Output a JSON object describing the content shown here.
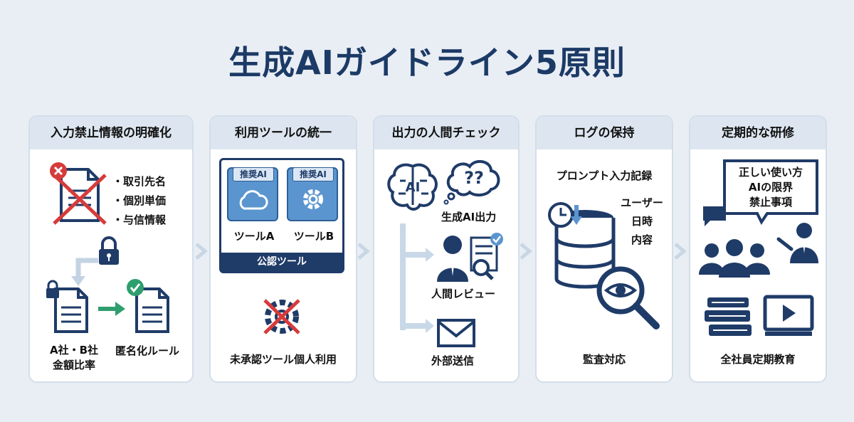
{
  "title": "生成AIガイドライン5原則",
  "colors": {
    "navy": "#1c3a66",
    "accent_blue": "#5b95cf",
    "header_bg": "#dde6f0",
    "red": "#d63b3b",
    "green": "#2f9e6e"
  },
  "cards": [
    {
      "header": "入力禁止情報の明確化",
      "bullets": [
        "・取引先名",
        "・個別単価",
        "・与信情報"
      ],
      "label_left_1": "A社・B社",
      "label_left_2": "金額比率",
      "label_right": "匿名化ルール"
    },
    {
      "header": "利用ツールの統一",
      "tag_a": "推奨AI",
      "tag_b": "推奨AI",
      "tool_a": "ツールA",
      "tool_b": "ツールB",
      "band": "公認ツール",
      "caption": "未承認ツール個人利用"
    },
    {
      "header": "出力の人間チェック",
      "brain_text": "AI",
      "question_text": "??",
      "label_output": "生成AI出力",
      "label_review": "人間レビュー",
      "label_send": "外部送信"
    },
    {
      "header": "ログの保持",
      "record_title": "プロンプト入力記録",
      "fields": [
        "ユーザー",
        "日時",
        "内容"
      ],
      "caption": "監査対応"
    },
    {
      "header": "定期的な研修",
      "speech": [
        "正しい使い方",
        "AIの限界",
        "禁止事項"
      ],
      "caption": "全社員定期教育"
    }
  ]
}
